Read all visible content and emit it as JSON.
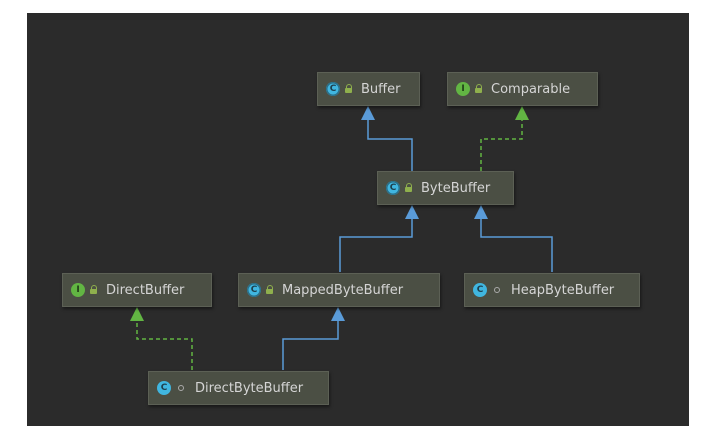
{
  "nodes": {
    "buffer": {
      "label": "Buffer",
      "kind": "abstract",
      "kind_letter": "C",
      "visibility": "public"
    },
    "comparable": {
      "label": "Comparable",
      "kind": "interface",
      "kind_letter": "I",
      "visibility": "public"
    },
    "byte_buffer": {
      "label": "ByteBuffer",
      "kind": "abstract",
      "kind_letter": "C",
      "visibility": "public"
    },
    "direct_buffer": {
      "label": "DirectBuffer",
      "kind": "interface",
      "kind_letter": "I",
      "visibility": "public"
    },
    "mapped_byte_buffer": {
      "label": "MappedByteBuffer",
      "kind": "abstract",
      "kind_letter": "C",
      "visibility": "public"
    },
    "heap_byte_buffer": {
      "label": "HeapByteBuffer",
      "kind": "class",
      "kind_letter": "C",
      "visibility": "package"
    },
    "direct_byte_buffer": {
      "label": "DirectByteBuffer",
      "kind": "class",
      "kind_letter": "C",
      "visibility": "package"
    }
  },
  "edges": [
    {
      "from": "byte_buffer",
      "to": "buffer",
      "type": "extends"
    },
    {
      "from": "byte_buffer",
      "to": "comparable",
      "type": "implements"
    },
    {
      "from": "mapped_byte_buffer",
      "to": "byte_buffer",
      "type": "extends"
    },
    {
      "from": "heap_byte_buffer",
      "to": "byte_buffer",
      "type": "extends"
    },
    {
      "from": "direct_byte_buffer",
      "to": "mapped_byte_buffer",
      "type": "extends"
    },
    {
      "from": "direct_byte_buffer",
      "to": "direct_buffer",
      "type": "implements"
    }
  ],
  "colors": {
    "background": "#2b2b2b",
    "node_fill": "#4b4f44",
    "extends_edge": "#5a9bd8",
    "implements_edge": "#62b543",
    "text": "#d5d5d5"
  }
}
